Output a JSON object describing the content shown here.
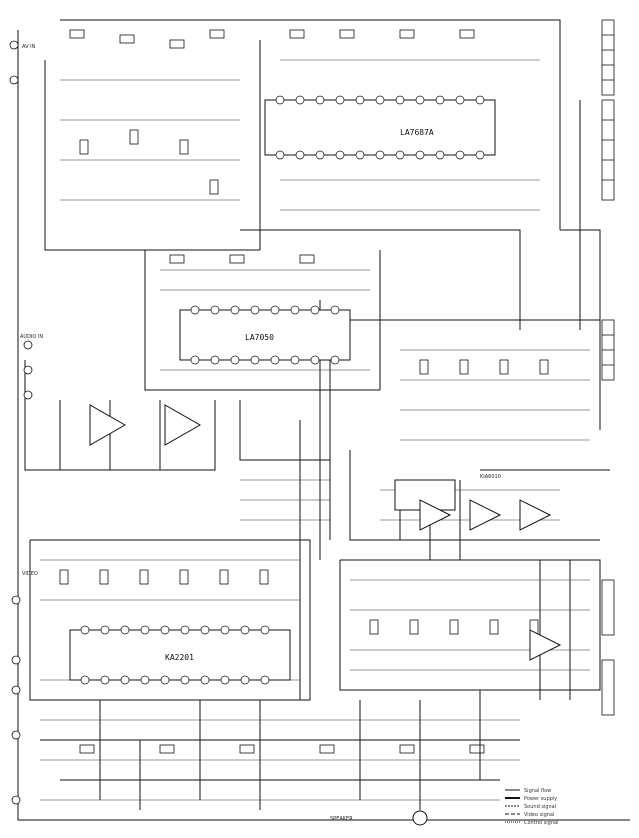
{
  "diagram": {
    "ics": [
      {
        "id": "ic-top",
        "label": "LA7687A"
      },
      {
        "id": "ic-mid",
        "label": "LA7050"
      },
      {
        "id": "ic-bottom",
        "label": "KA2201"
      },
      {
        "id": "ic-right",
        "label": "KIA6010"
      }
    ],
    "left_labels": {
      "top_inputs": "AV IN",
      "mid_inputs": "AUDIO IN",
      "bottom_inputs": "VIDEO"
    },
    "legend": [
      "Signal flow",
      "Power supply",
      "Sound signal",
      "Video signal",
      "Control signal"
    ],
    "bottom_marker": "SPEAKER"
  }
}
